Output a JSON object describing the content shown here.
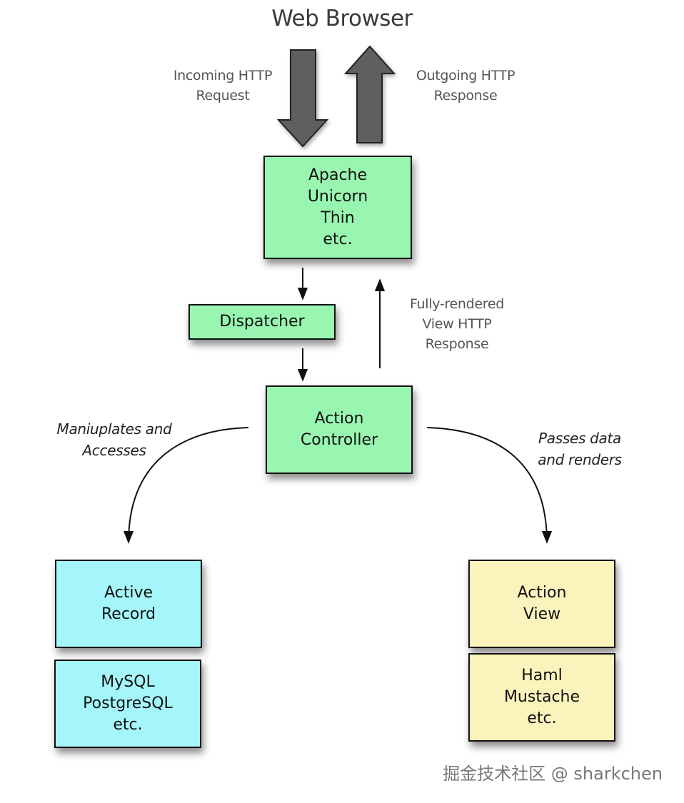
{
  "diagram": {
    "title": "Web Browser",
    "labels": {
      "incoming": [
        "Incoming HTTP",
        "Request"
      ],
      "outgoing": [
        "Outgoing HTTP",
        "Response"
      ],
      "rendered": [
        "Fully-rendered",
        "View HTTP",
        "Response"
      ],
      "manipulates": [
        "Maniuplates and",
        "Accesses"
      ],
      "passes": [
        "Passes data",
        "and renders"
      ]
    },
    "nodes": {
      "server": {
        "lines": [
          "Apache",
          "Unicorn",
          "Thin",
          "etc."
        ],
        "color": "#98f6b0"
      },
      "dispatcher": {
        "lines": [
          "Dispatcher"
        ],
        "color": "#98f6b0"
      },
      "controller": {
        "lines": [
          "Action",
          "Controller"
        ],
        "color": "#98f6b0"
      },
      "active_record": {
        "lines": [
          "Active",
          "Record"
        ],
        "color": "#a4f6fa"
      },
      "databases": {
        "lines": [
          "MySQL",
          "PostgreSQL",
          "etc."
        ],
        "color": "#a4f6fa"
      },
      "action_view": {
        "lines": [
          "Action",
          "View"
        ],
        "color": "#fbf3bc"
      },
      "templates": {
        "lines": [
          "Haml",
          "Mustache",
          "etc."
        ],
        "color": "#fbf3bc"
      }
    },
    "edges": [
      {
        "from": "web-browser",
        "to": "server",
        "label": "Incoming HTTP Request"
      },
      {
        "from": "server",
        "to": "web-browser",
        "label": "Outgoing HTTP Response"
      },
      {
        "from": "server",
        "to": "dispatcher"
      },
      {
        "from": "dispatcher",
        "to": "controller"
      },
      {
        "from": "controller",
        "to": "server",
        "label": "Fully-rendered View HTTP Response"
      },
      {
        "from": "controller",
        "to": "active_record",
        "label": "Maniuplates and Accesses"
      },
      {
        "from": "controller",
        "to": "action_view",
        "label": "Passes data and renders"
      }
    ],
    "arrow_color": "#5e5e5e"
  },
  "watermark": "掘金技术社区 @ sharkchen"
}
